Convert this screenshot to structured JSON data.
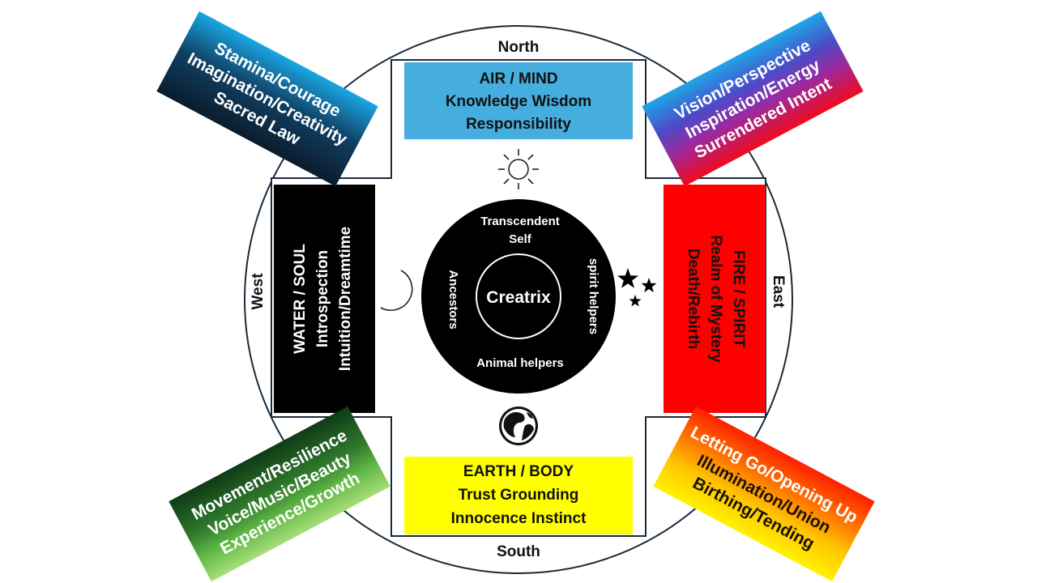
{
  "directions": {
    "north": "North",
    "south": "South",
    "east": "East",
    "west": "West"
  },
  "north_box": {
    "lines": [
      "AIR / MIND",
      "Knowledge Wisdom",
      "Responsibility"
    ],
    "color": "#45aedf"
  },
  "south_box": {
    "lines": [
      "EARTH / BODY",
      "Trust Grounding",
      "Innocence Instinct"
    ],
    "color": "#ffff00"
  },
  "west_box": {
    "lines": [
      "WATER / SOUL",
      "Introspection",
      "Intuition/Dreamtime"
    ],
    "color": "#000000"
  },
  "east_box": {
    "lines": [
      "FIRE / SPIRIT",
      "Realm of Mystery",
      "Death/Rebirth"
    ],
    "color": "#ff0000"
  },
  "center": {
    "title": "Creatrix",
    "top": [
      "Transcendent",
      "Self"
    ],
    "left": "Ancestors",
    "right": "spirit helpers",
    "bottom": "Animal helpers"
  },
  "corners": {
    "nw": [
      "Stamina/Courage",
      "Imagination/Creativity",
      "Sacred Law"
    ],
    "ne": [
      "Vision/Perspective",
      "Inspiration/Energy",
      "Surrendered Intent"
    ],
    "sw": [
      "Movement/Resilience",
      "Voice/Music/Beauty",
      "Experience/Growth"
    ],
    "se": [
      "Letting Go/Opening Up",
      "Illumination/Union",
      "Birthing/Tending"
    ]
  },
  "symbols": {
    "north": "sun-icon",
    "west": "crescent-moon-icon",
    "east": "stars-icon",
    "south": "globe-icon"
  }
}
